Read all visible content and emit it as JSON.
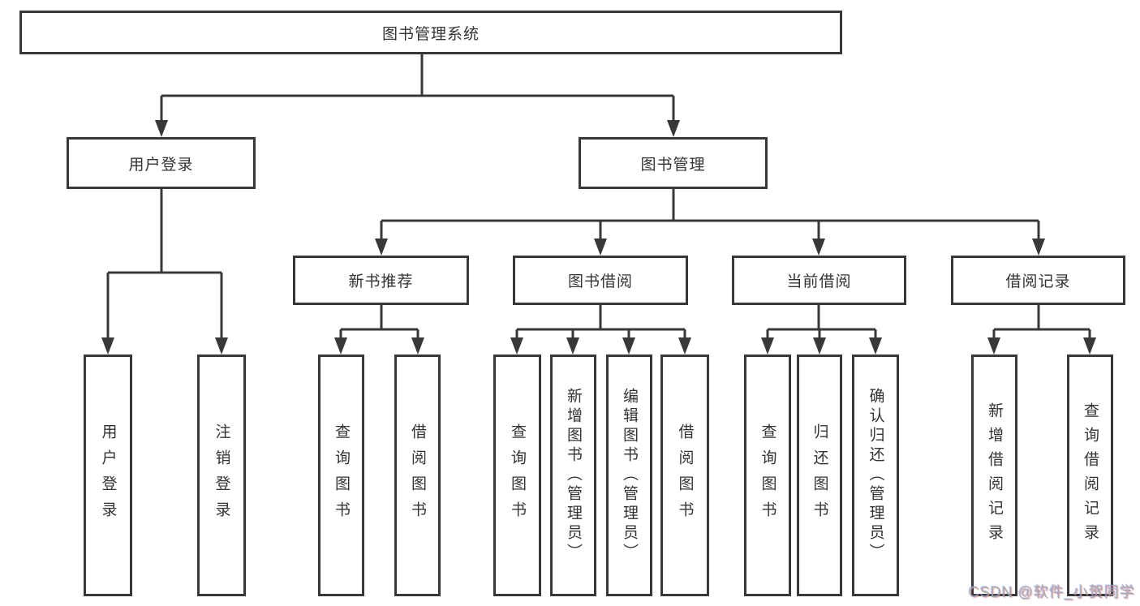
{
  "diagram": {
    "title": "图书管理系统",
    "level2": {
      "user_login": "用户登录",
      "book_mgmt": "图书管理"
    },
    "level3": {
      "new_books": "新书推荐",
      "book_borrow": "图书借阅",
      "current_borrow": "当前借阅",
      "borrow_records": "借阅记录"
    },
    "leaves": {
      "user_login": [
        "用户登录",
        "注销登录"
      ],
      "new_books": [
        "查询图书",
        "借阅图书"
      ],
      "book_borrow": [
        "查询图书",
        "新增图书（管理员）",
        "编辑图书（管理员）",
        "借阅图书"
      ],
      "current_borrow": [
        "查询图书",
        "归还图书",
        "确认归还（管理员）"
      ],
      "borrow_records": [
        "新增借阅记录",
        "查询借阅记录"
      ]
    },
    "colors": {
      "line": "#383838",
      "text": "#333333",
      "background": "#ffffff",
      "watermark": "#a6a6a6"
    }
  },
  "watermark": {
    "text": "CSDN @软件_小贺同学"
  }
}
